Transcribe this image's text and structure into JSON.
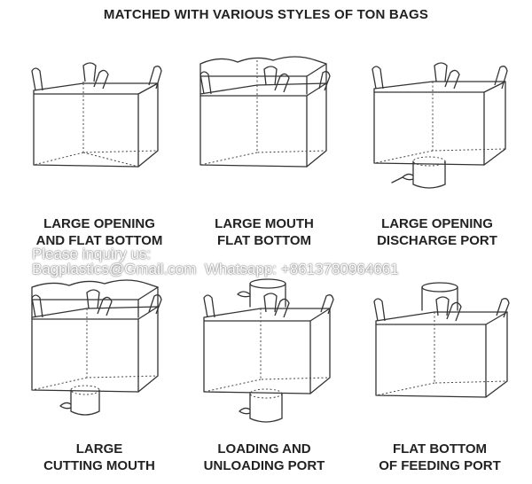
{
  "title": "MATCHED WITH VARIOUS STYLES OF TON BAGS",
  "bags": [
    {
      "line1": "LARGE OPENING",
      "line2": "AND FLAT BOTTOM"
    },
    {
      "line1": "LARGE MOUTH",
      "line2": "FLAT BOTTOM"
    },
    {
      "line1": "LARGE OPENING",
      "line2": "DISCHARGE PORT"
    },
    {
      "line1": "LARGE",
      "line2": "CUTTING MOUTH"
    },
    {
      "line1": "LOADING AND",
      "line2": "UNLOADING PORT"
    },
    {
      "line1": "FLAT BOTTOM",
      "line2": "OF FEEDING PORT"
    }
  ],
  "watermark": {
    "line1": "Please inquiry us:",
    "line2": "Bagplastics@Gmail.com  Whatsapp: +8613780964661"
  }
}
